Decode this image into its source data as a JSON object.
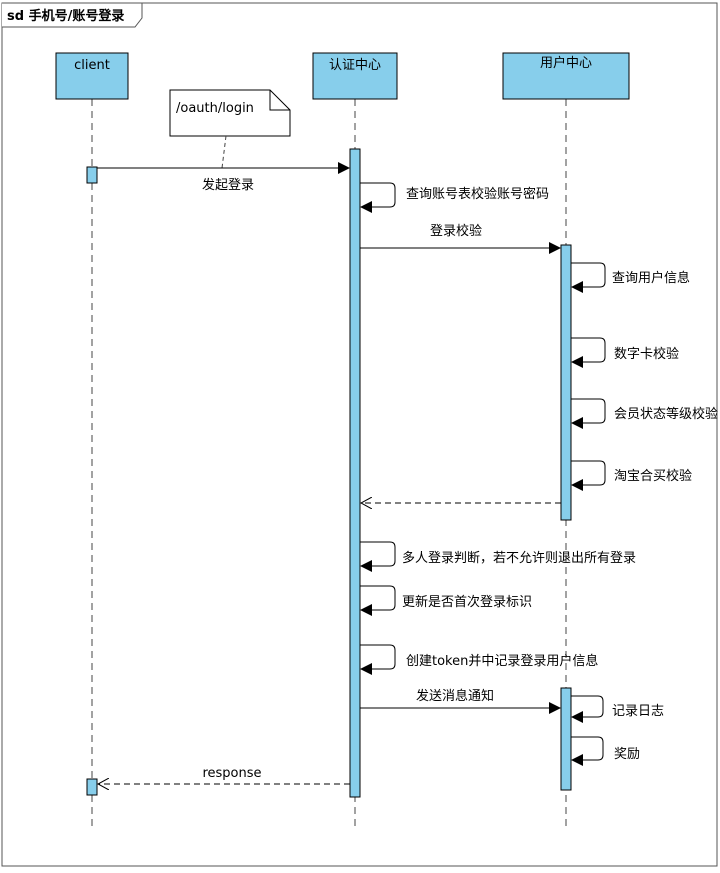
{
  "frame": {
    "title": "sd 手机号/账号登录"
  },
  "colors": {
    "lifeline_fill": "#87CEEB",
    "line": "#000000",
    "note_fill": "#ffffff"
  },
  "participants": [
    {
      "id": "client",
      "label": "client"
    },
    {
      "id": "auth",
      "label": "认证中心"
    },
    {
      "id": "user",
      "label": "用户中心"
    }
  ],
  "note": {
    "text": "/oauth/login"
  },
  "messages": [
    {
      "id": "m1",
      "label": "发起登录",
      "kind": "sync"
    },
    {
      "id": "s1",
      "label": "查询账号表校验账号密码",
      "kind": "self"
    },
    {
      "id": "m2",
      "label": "登录校验",
      "kind": "sync"
    },
    {
      "id": "s2",
      "label": "查询用户信息",
      "kind": "self"
    },
    {
      "id": "s3",
      "label": "数字卡校验",
      "kind": "self"
    },
    {
      "id": "s4",
      "label": "会员状态等级校验",
      "kind": "self"
    },
    {
      "id": "s5",
      "label": "淘宝合买校验",
      "kind": "self"
    },
    {
      "id": "r1",
      "label": "",
      "kind": "return"
    },
    {
      "id": "s6",
      "label": "多人登录判断，若不允许则退出所有登录",
      "kind": "self"
    },
    {
      "id": "s7",
      "label": "更新是否首次登录标识",
      "kind": "self"
    },
    {
      "id": "s8",
      "label": "创建token并中记录登录用户信息",
      "kind": "self"
    },
    {
      "id": "m3",
      "label": "发送消息通知",
      "kind": "sync"
    },
    {
      "id": "s9",
      "label": "记录日志",
      "kind": "self"
    },
    {
      "id": "s10",
      "label": "奖励",
      "kind": "self"
    },
    {
      "id": "r2",
      "label": "response",
      "kind": "return"
    }
  ]
}
